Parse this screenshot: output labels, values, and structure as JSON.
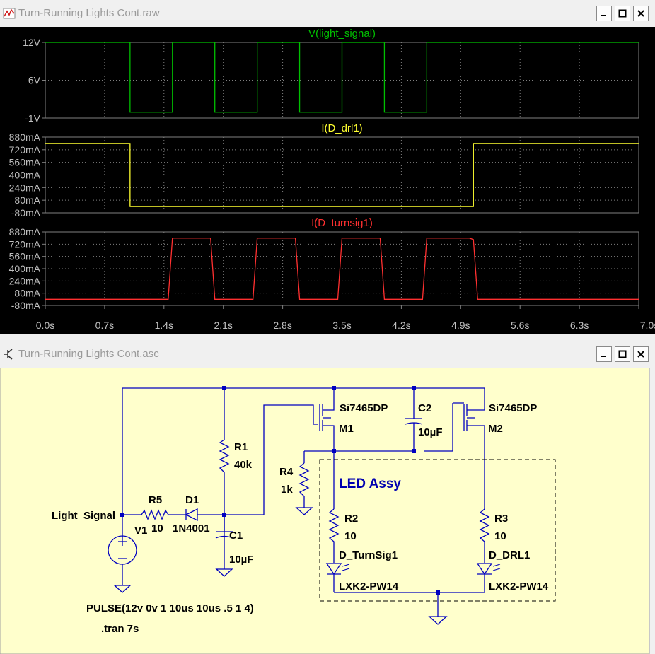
{
  "plot_window": {
    "title": "Turn-Running Lights Cont.raw",
    "icon": "waveform-icon",
    "controls": {
      "minimize": "_",
      "maximize": "▢",
      "close": "✕"
    }
  },
  "schematic_window": {
    "title": "Turn-Running Lights Cont.asc",
    "icon": "schematic-transistor-icon",
    "controls": {
      "minimize": "_",
      "maximize": "▢",
      "close": "✕"
    }
  },
  "colors": {
    "plot_bg": "#000000",
    "grid": "#808080",
    "trace1": "#00c000",
    "trace2": "#ffff30",
    "trace3": "#ff3030",
    "schematic_bg": "#ffffcc",
    "wire": "#0000c0",
    "text_dark": "#000000",
    "text_blue": "#0000b0"
  },
  "chart_data": [
    {
      "type": "line",
      "title": "V(light_signal)",
      "y_ticks": [
        "12V",
        "6V",
        "-1V"
      ],
      "ylim": [
        -1,
        12
      ],
      "series": [
        {
          "name": "V(light_signal)",
          "points": [
            [
              0,
              12
            ],
            [
              1.0,
              12
            ],
            [
              1.0,
              0
            ],
            [
              1.5,
              0
            ],
            [
              1.5,
              12
            ],
            [
              2.0,
              12
            ],
            [
              2.0,
              0
            ],
            [
              2.5,
              0
            ],
            [
              2.5,
              12
            ],
            [
              3.0,
              12
            ],
            [
              3.0,
              0
            ],
            [
              3.5,
              0
            ],
            [
              3.5,
              12
            ],
            [
              4.0,
              12
            ],
            [
              4.0,
              0
            ],
            [
              4.5,
              0
            ],
            [
              4.5,
              12
            ],
            [
              7.0,
              12
            ]
          ]
        }
      ]
    },
    {
      "type": "line",
      "title": "I(D_drl1)",
      "y_ticks": [
        "880mA",
        "720mA",
        "560mA",
        "400mA",
        "240mA",
        "80mA",
        "-80mA"
      ],
      "ylim": [
        -80,
        880
      ],
      "series": [
        {
          "name": "I(D_drl1)",
          "points": [
            [
              0,
              800
            ],
            [
              1.0,
              800
            ],
            [
              1.0,
              0
            ],
            [
              5.05,
              0
            ],
            [
              5.05,
              800
            ],
            [
              7.0,
              800
            ]
          ]
        }
      ]
    },
    {
      "type": "line",
      "title": "I(D_turnsig1)",
      "y_ticks": [
        "880mA",
        "720mA",
        "560mA",
        "400mA",
        "240mA",
        "80mA",
        "-80mA"
      ],
      "ylim": [
        -80,
        880
      ],
      "x_ticks": [
        "0.0s",
        "0.7s",
        "1.4s",
        "2.1s",
        "2.8s",
        "3.5s",
        "4.2s",
        "4.9s",
        "5.6s",
        "6.3s",
        "7.0s"
      ],
      "xlim": [
        0,
        7
      ],
      "series": [
        {
          "name": "I(D_turnsig1)",
          "points": [
            [
              0,
              0
            ],
            [
              1.45,
              0
            ],
            [
              1.5,
              800
            ],
            [
              1.95,
              800
            ],
            [
              2.0,
              0
            ],
            [
              2.45,
              0
            ],
            [
              2.5,
              800
            ],
            [
              2.95,
              800
            ],
            [
              3.0,
              0
            ],
            [
              3.45,
              0
            ],
            [
              3.5,
              800
            ],
            [
              3.95,
              800
            ],
            [
              4.0,
              0
            ],
            [
              4.45,
              0
            ],
            [
              4.5,
              800
            ],
            [
              5.0,
              800
            ],
            [
              5.05,
              780
            ],
            [
              5.1,
              0
            ],
            [
              7.0,
              0
            ]
          ]
        }
      ]
    }
  ],
  "schematic": {
    "labels": {
      "light_signal": "Light_Signal",
      "v1": "V1",
      "r5": "R5",
      "r5_val": "10",
      "d1": "D1",
      "d1_val": "1N4001",
      "r1": "R1",
      "r1_val": "40k",
      "c1": "C1",
      "c1_val": "10µF",
      "r4": "R4",
      "r4_val": "1k",
      "m1_part": "Si7465DP",
      "m1": "M1",
      "m2_part": "Si7465DP",
      "m2": "M2",
      "c2": "C2",
      "c2_val": "10µF",
      "led_assy": "LED Assy",
      "r2": "R2",
      "r2_val": "10",
      "r3": "R3",
      "r3_val": "10",
      "d_turnsig1": "D_TurnSig1",
      "d_turnsig1_val": "LXK2-PW14",
      "d_drl1": "D_DRL1",
      "d_drl1_val": "LXK2-PW14",
      "pulse": "PULSE(12v 0v 1 10us 10us .5 1 4)",
      "tran": ".tran 7s"
    }
  }
}
